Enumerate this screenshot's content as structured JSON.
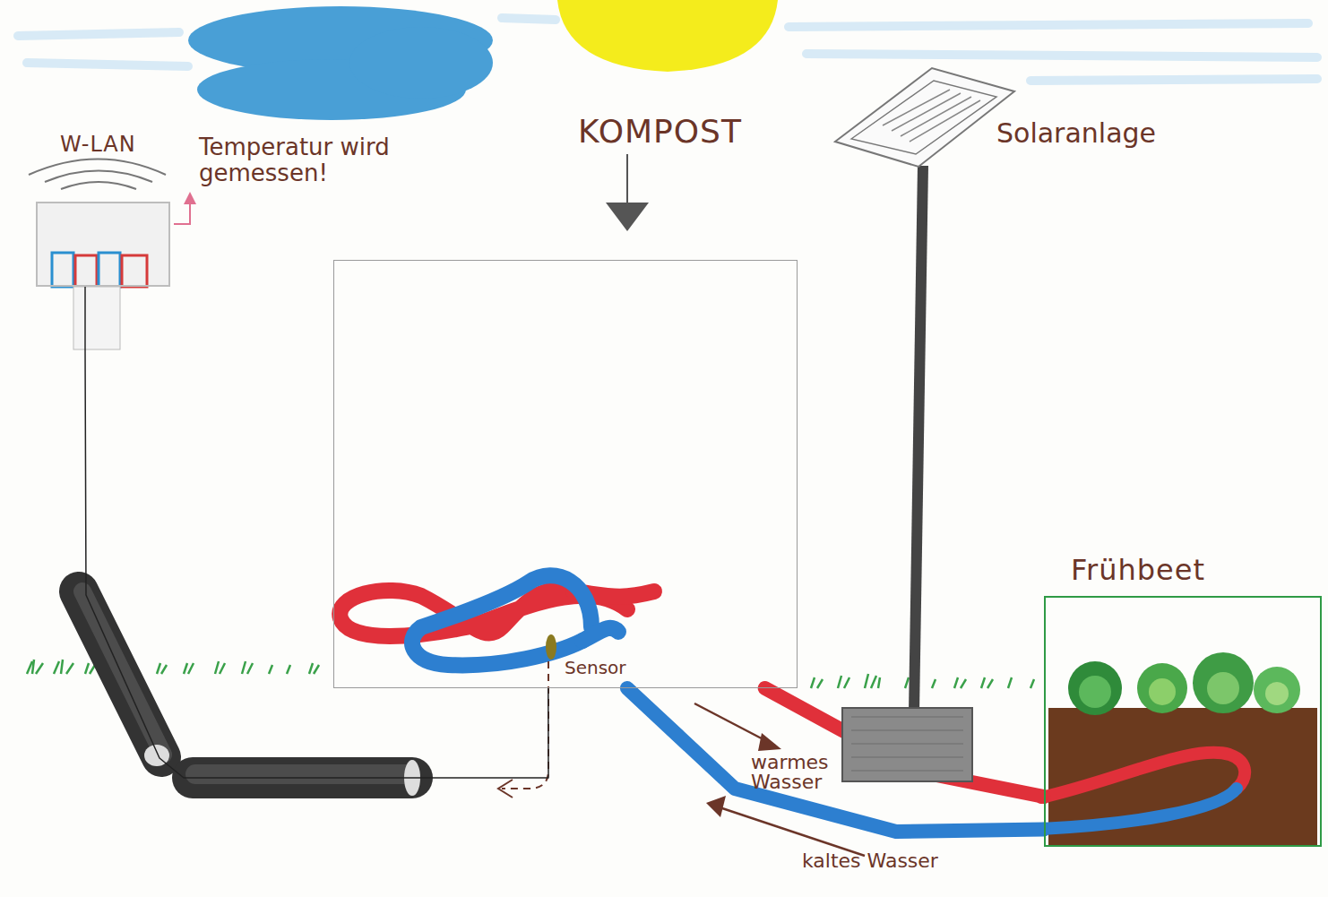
{
  "diagram": {
    "nodes": [
      {
        "text": [
          "W-LAN"
        ]
      },
      {
        "text": [
          "KOMPOST"
        ]
      },
      {
        "text": [
          "Frühbeet"
        ]
      }
    ],
    "edges": [
      {
        "from": 1,
        "to": 2,
        "arrow": "none",
        "label": "warmes Wasser"
      },
      {
        "from": 2,
        "to": 1,
        "arrow": "none",
        "label": "kaltes Wasser"
      },
      {
        "from": 1,
        "to": 0,
        "arrow": "none"
      }
    ],
    "labels": [
      "Temperatur wird gemessen!",
      "Solaranlage",
      "Sensor"
    ]
  }
}
